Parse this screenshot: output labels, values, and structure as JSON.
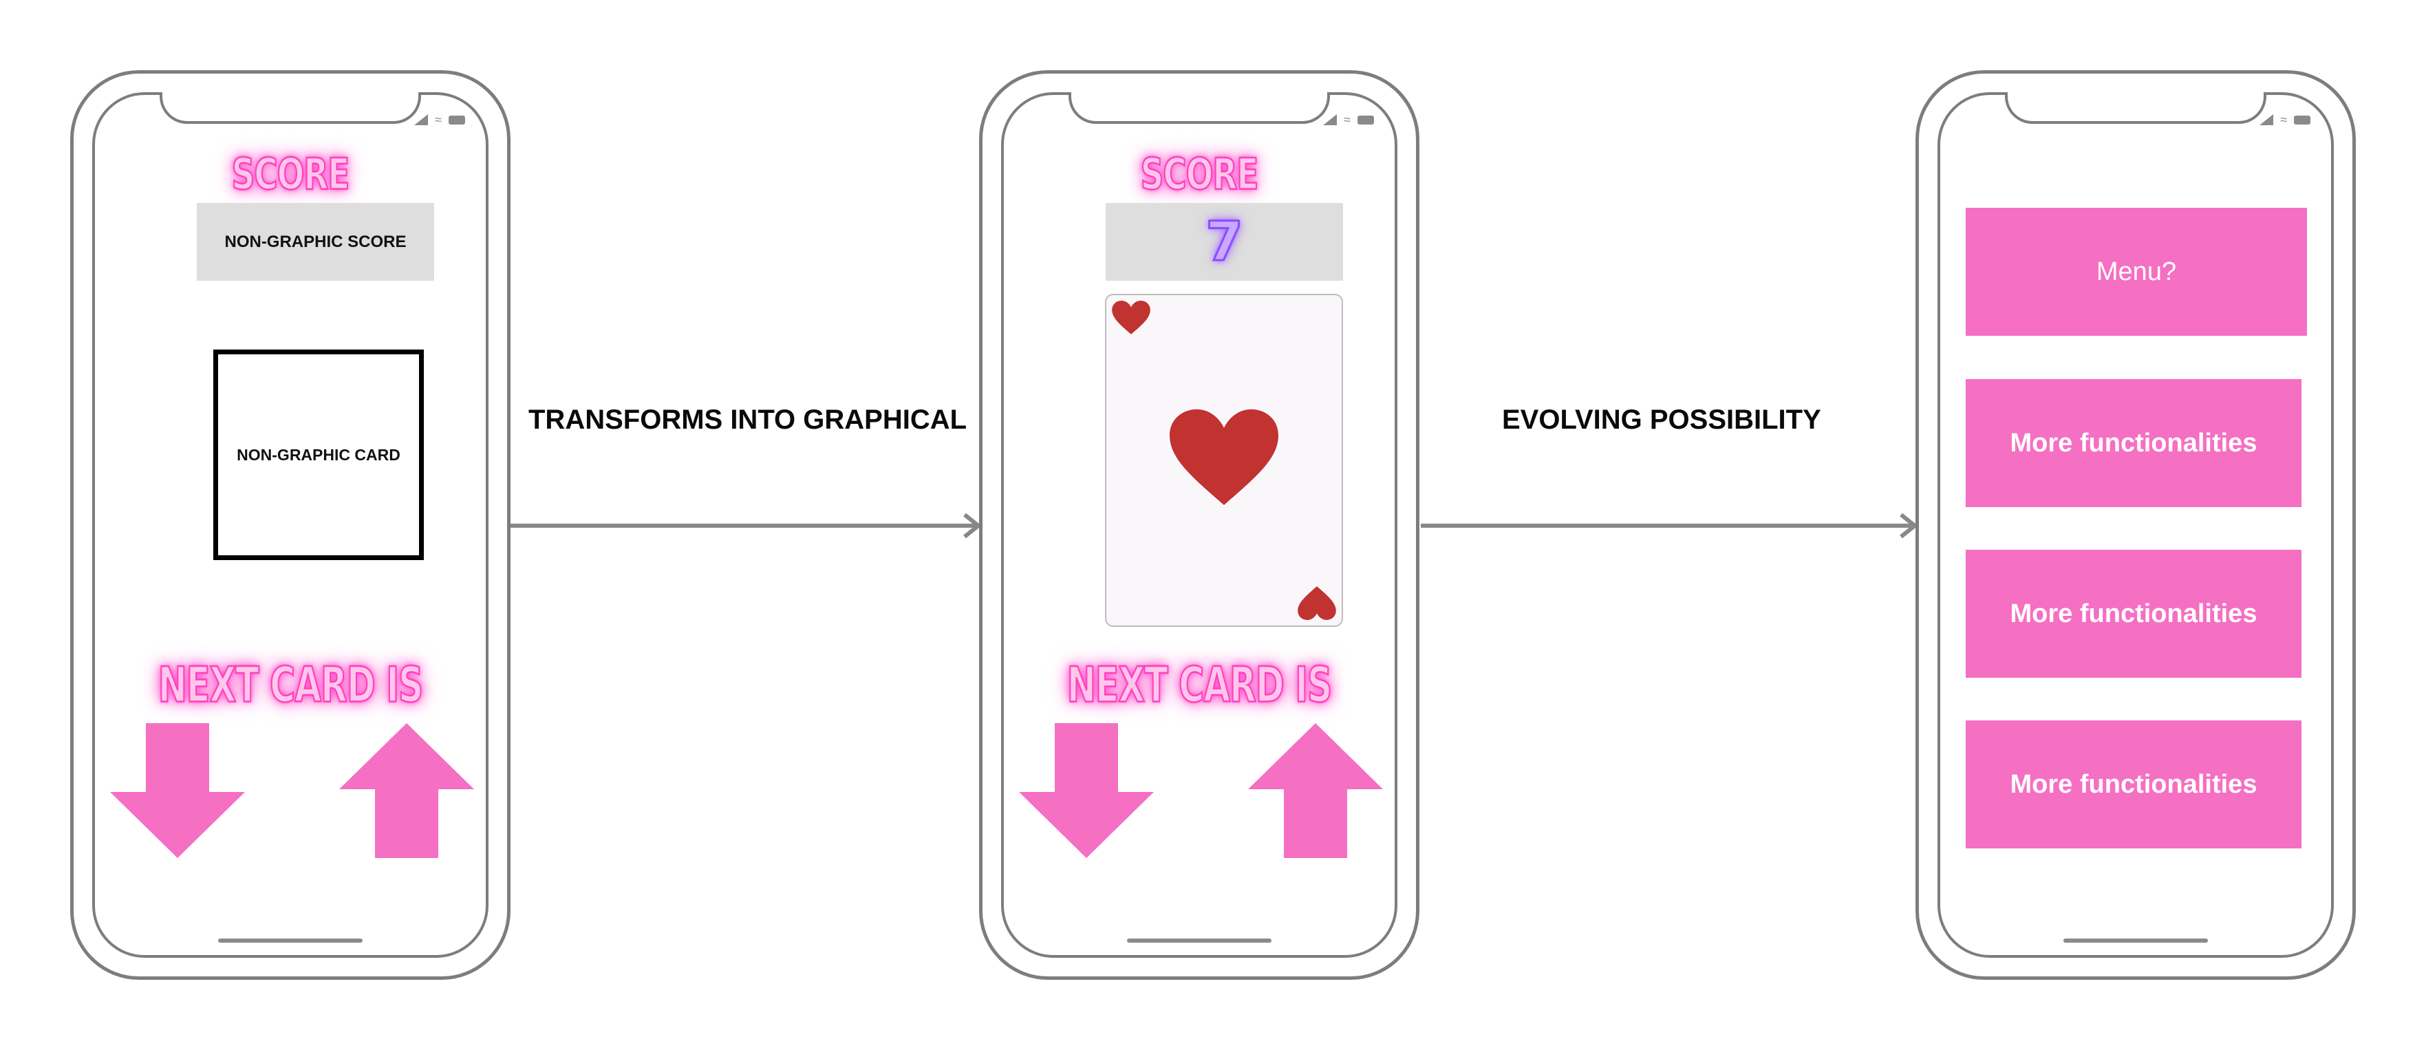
{
  "phones": [
    {
      "score_title": "SCORE",
      "score_box_text": "NON-GRAPHIC SCORE",
      "card_text": "NON-GRAPHIC CARD",
      "next_title": "NEXT CARD IS"
    },
    {
      "score_title": "SCORE",
      "score_value": "7",
      "card": {
        "suit": "heart-icon",
        "color": "#c03330"
      },
      "next_title": "NEXT CARD IS"
    },
    {
      "menu_button": "Menu?",
      "buttons": [
        "More functionalities",
        "More functionalities",
        "More functionalities"
      ]
    }
  ],
  "connectors": [
    {
      "label": "TRANSFORMS INTO GRAPHICAL"
    },
    {
      "label": "EVOLVING POSSIBILITY"
    }
  ],
  "colors": {
    "accent_pink": "#f56fc3",
    "neon_pink": "#ff3fbd",
    "neon_purple": "#8a4dff",
    "frame_gray": "#7d7d7d",
    "heart_red": "#c03330"
  }
}
